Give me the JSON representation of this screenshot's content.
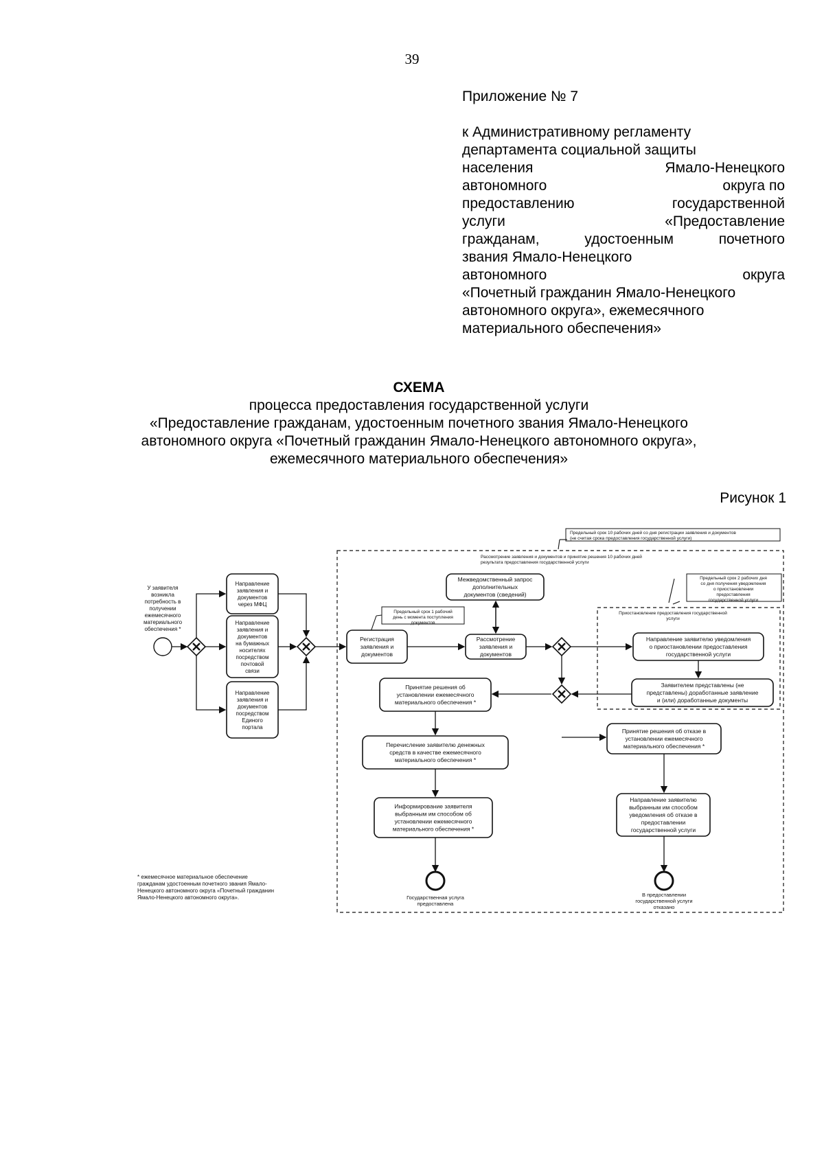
{
  "page_number": "39",
  "appendix": {
    "title": "Приложение № 7",
    "lines": [
      [
        "к Административному регламенту"
      ],
      [
        "департамента социальной защиты"
      ],
      [
        "населения",
        "Ямало-Ненецкого"
      ],
      [
        "автономного",
        "округа по"
      ],
      [
        "предоставлению",
        "государственной"
      ],
      [
        "услуги",
        "«Предоставление"
      ],
      [
        "гражданам,",
        "удостоенным",
        "почетного"
      ],
      [
        "звания Ямало-Ненецкого"
      ],
      [
        "автономного",
        "округа"
      ],
      [
        "«Почетный гражданин Ямало-Ненецкого"
      ],
      [
        "автономного округа», ежемесячного"
      ],
      [
        "материального обеспечения»"
      ]
    ]
  },
  "schema": {
    "heading": "СХЕМА",
    "lines": [
      "процесса предоставления государственной услуги",
      "«Предоставление гражданам, удостоенным почетного звания Ямало-Ненецкого",
      "автономного округа «Почетный гражданин Ямало-Ненецкого автономного округа»,",
      "ежемесячного материального обеспечения»"
    ]
  },
  "figure_label": "Рисунок 1",
  "diagram": {
    "start_note": [
      "У заявителя",
      "возникла",
      "потребность в",
      "получении",
      "ежемесячного",
      "материального",
      "обеспечения *"
    ],
    "submit_mfc": [
      "Направление",
      "заявления и",
      "документов",
      "через МФЦ"
    ],
    "submit_paper": [
      "Направление",
      "заявления и",
      "документов",
      "на бумажных",
      "носителях",
      "посредством",
      "почтовой",
      "связи"
    ],
    "submit_portal": [
      "Направление",
      "заявления и",
      "документов",
      "посредством",
      "Единого",
      "портала"
    ],
    "registration": [
      "Регистрация",
      "заявления и",
      "документов"
    ],
    "interagency": [
      "Межведомственный запрос",
      "дополнительных",
      "документов (сведений)"
    ],
    "review": [
      "Рассмотрение",
      "заявления и",
      "документов"
    ],
    "decision_grant": [
      "Принятие решения об",
      "установлении ежемесячного",
      "материального обеспечения *"
    ],
    "transfer": [
      "Перечисление заявителю денежных",
      "средств в качестве ежемесячного",
      "материального обеспечения *"
    ],
    "inform": [
      "Информирование заявителя",
      "выбранным им способом об",
      "установлении ежемесячного",
      "материального обеспечения *"
    ],
    "suspend_notice": [
      "Направление заявителю уведомления",
      "о приостановлении предоставления",
      "государственной услуги"
    ],
    "docs_provided": [
      "Заявителем представлены (не",
      "представлены) доработанные заявление",
      "и (или) доработанные документы"
    ],
    "decision_refuse": [
      "Принятие решения об отказе в",
      "установлении ежемесячного",
      "материального обеспечения *"
    ],
    "refuse_notice": [
      "Направление заявителю",
      "выбранным им способом",
      "уведомления об отказе в",
      "предоставлении",
      "государственной услуги"
    ],
    "end_granted": [
      "Государственная услуга",
      "предоставлена"
    ],
    "end_refused": [
      "В предоставлении",
      "государственной услуги",
      "отказано"
    ],
    "annotation_total_term": [
      "Предельный срок 10 рабочих дней со дня регистрации заявления и документов",
      "(не считая срока предоставления государственной услуги)"
    ],
    "annotation_review_term": [
      "Рассмотрение заявления и документов и принятие решения 10 рабочих дней",
      "результата предоставления государственной услуги"
    ],
    "annotation_registration_term": [
      "Предельный срок 1 рабочий",
      "день с момента поступления",
      "документов"
    ],
    "annotation_suspend_term": [
      "Предельный срок 2 рабочих дня",
      "со дня получения уведомления",
      "о приостановлении",
      "предоставления",
      "государственной услуги"
    ],
    "annotation_suspend_group": [
      "Приостановление предоставления государственной",
      "услуги"
    ],
    "footnote": [
      "* ежемесячное материальное обеспечение",
      "гражданам удостоенным почетного звания Ямало-",
      "Ненецкого автономного округа «Почетный гражданин",
      "Ямало-Ненецкого автономного округа»."
    ]
  }
}
